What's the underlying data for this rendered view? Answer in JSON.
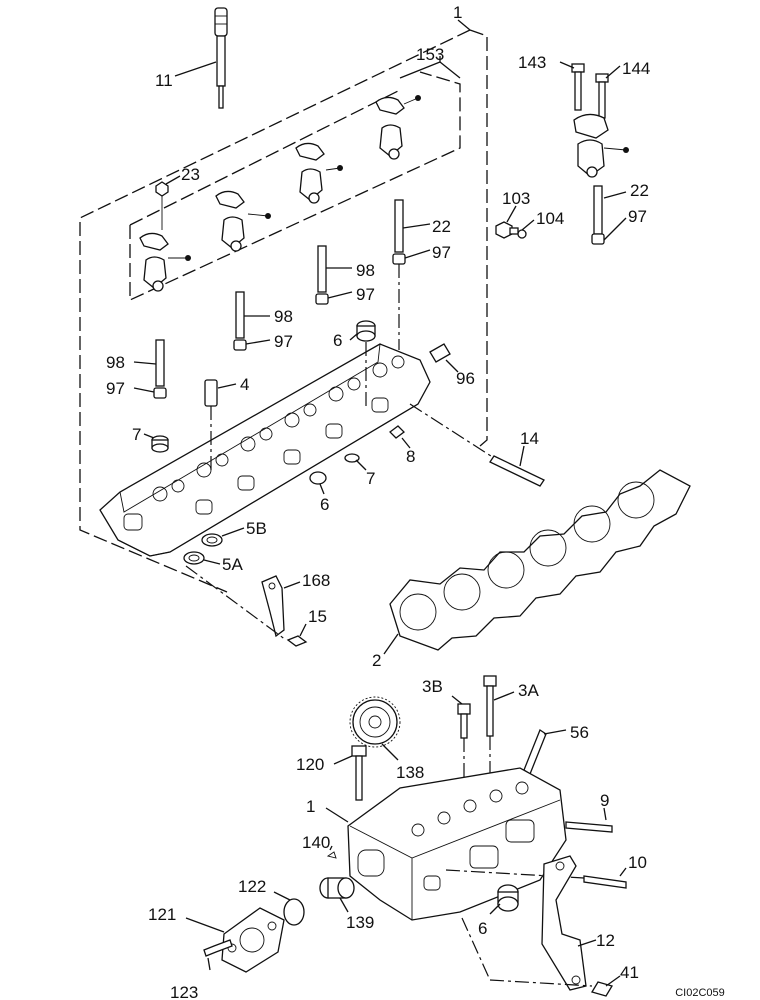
{
  "drawing_code": "CI02C059",
  "callouts": [
    {
      "id": "c1_top",
      "text": "1"
    },
    {
      "id": "c153",
      "text": "153"
    },
    {
      "id": "c11",
      "text": "11"
    },
    {
      "id": "c23",
      "text": "23"
    },
    {
      "id": "c143",
      "text": "143"
    },
    {
      "id": "c144",
      "text": "144"
    },
    {
      "id": "c103",
      "text": "103"
    },
    {
      "id": "c104",
      "text": "104"
    },
    {
      "id": "c22_right",
      "text": "22"
    },
    {
      "id": "c97_right",
      "text": "97"
    },
    {
      "id": "c22_mid",
      "text": "22"
    },
    {
      "id": "c97_mid",
      "text": "97"
    },
    {
      "id": "c98_mid",
      "text": "98"
    },
    {
      "id": "c97_mid2",
      "text": "97"
    },
    {
      "id": "c98_left",
      "text": "98"
    },
    {
      "id": "c97_left",
      "text": "97"
    },
    {
      "id": "c98_far",
      "text": "98"
    },
    {
      "id": "c97_far",
      "text": "97"
    },
    {
      "id": "c6_top",
      "text": "6"
    },
    {
      "id": "c96",
      "text": "96"
    },
    {
      "id": "c4",
      "text": "4"
    },
    {
      "id": "c7_left",
      "text": "7"
    },
    {
      "id": "c8",
      "text": "8"
    },
    {
      "id": "c14",
      "text": "14"
    },
    {
      "id": "c7_mid",
      "text": "7"
    },
    {
      "id": "c6_mid",
      "text": "6"
    },
    {
      "id": "c5B",
      "text": "5B"
    },
    {
      "id": "c5A",
      "text": "5A"
    },
    {
      "id": "c168",
      "text": "168"
    },
    {
      "id": "c15",
      "text": "15"
    },
    {
      "id": "c2",
      "text": "2"
    },
    {
      "id": "c3B",
      "text": "3B"
    },
    {
      "id": "c3A",
      "text": "3A"
    },
    {
      "id": "c56",
      "text": "56"
    },
    {
      "id": "c120",
      "text": "120"
    },
    {
      "id": "c138",
      "text": "138"
    },
    {
      "id": "c1_bottom",
      "text": "1"
    },
    {
      "id": "c9",
      "text": "9"
    },
    {
      "id": "c140",
      "text": "140"
    },
    {
      "id": "c10",
      "text": "10"
    },
    {
      "id": "c122",
      "text": "122"
    },
    {
      "id": "c121",
      "text": "121"
    },
    {
      "id": "c139",
      "text": "139"
    },
    {
      "id": "c6_bottom",
      "text": "6"
    },
    {
      "id": "c12",
      "text": "12"
    },
    {
      "id": "c41",
      "text": "41"
    },
    {
      "id": "c123",
      "text": "123"
    }
  ]
}
